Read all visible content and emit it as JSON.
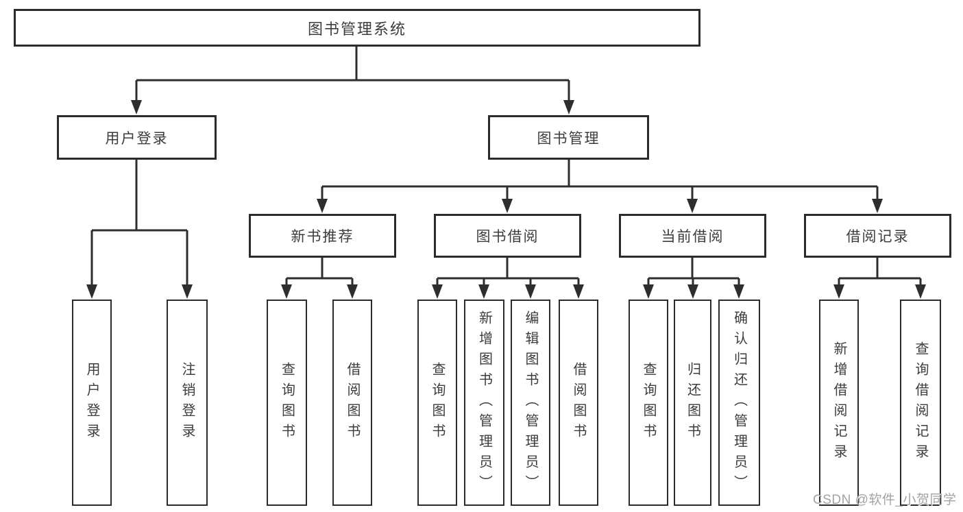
{
  "tree": {
    "label": "图书管理系统",
    "children": [
      {
        "label": "用户登录",
        "children": [
          {
            "label": "用户登录"
          },
          {
            "label": "注销登录"
          }
        ]
      },
      {
        "label": "图书管理",
        "children": [
          {
            "label": "新书推荐",
            "children": [
              {
                "label": "查询图书"
              },
              {
                "label": "借阅图书"
              }
            ]
          },
          {
            "label": "图书借阅",
            "children": [
              {
                "label": "查询图书"
              },
              {
                "label": "新增图书（管理员）"
              },
              {
                "label": "编辑图书（管理员）"
              },
              {
                "label": "借阅图书"
              }
            ]
          },
          {
            "label": "当前借阅",
            "children": [
              {
                "label": "查询图书"
              },
              {
                "label": "归还图书"
              },
              {
                "label": "确认归还（管理员）"
              }
            ]
          },
          {
            "label": "借阅记录",
            "children": [
              {
                "label": "新增借阅记录"
              },
              {
                "label": "查询借阅记录"
              }
            ]
          }
        ]
      }
    ]
  },
  "watermark": {
    "text": "CSDN @软件_小贺同学"
  },
  "colors": {
    "background": "#ffffff",
    "line": "#2e2e2e",
    "border": "#2b2b2b",
    "text": "#3c3c3c",
    "watermark": "#a3a3a3"
  }
}
